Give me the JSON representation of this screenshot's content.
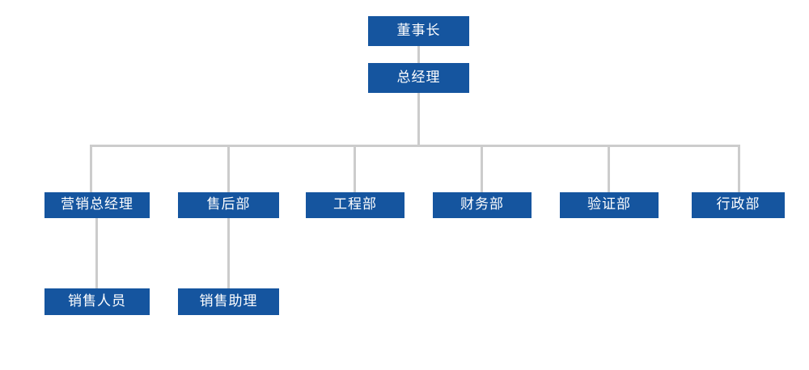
{
  "chart": {
    "title": "",
    "type": "org-chart",
    "box_color": "#15559F",
    "text_color": "#FFFFFF",
    "connector_color": "#CCCCCC",
    "background": "#FFFFFF"
  },
  "nodes": {
    "chairman": {
      "label": "董事长",
      "level": 1
    },
    "general_manager": {
      "label": "总经理",
      "level": 2
    },
    "marketing_gm": {
      "label": "营销总经理",
      "level": 3
    },
    "after_sales": {
      "label": "售后部",
      "level": 3
    },
    "engineering": {
      "label": "工程部",
      "level": 3
    },
    "finance": {
      "label": "财务部",
      "level": 3
    },
    "verification": {
      "label": "验证部",
      "level": 3
    },
    "administration": {
      "label": "行政部",
      "level": 3
    },
    "sales_staff": {
      "label": "销售人员",
      "level": 4
    },
    "sales_assistant": {
      "label": "销售助理",
      "level": 4
    }
  }
}
